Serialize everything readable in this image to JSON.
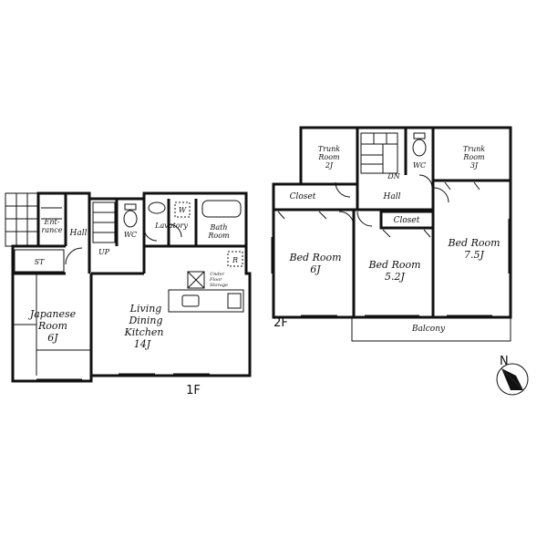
{
  "floor_1": {
    "label": "1F",
    "rooms": {
      "entrance": "Ent-\nrance",
      "hall": "Hall",
      "up": "UP",
      "wc": "WC",
      "lavatory": "Lavatory",
      "washer": "W",
      "bath": "Bath\nRoom",
      "st": "ST",
      "japanese": "Japanese\nRoom\n6J",
      "ldk": "Living\nDining\nKitchen\n14J",
      "refrigerator": "R",
      "under_floor": "Under\nFloor\nStorage"
    }
  },
  "floor_2": {
    "label": "2F",
    "rooms": {
      "trunk1": "Trunk\nRoom\n2J",
      "trunk2": "Trunk\nRoom\n3J",
      "dn": "DN",
      "wc": "WC",
      "closet1": "Closet",
      "hall": "Hall",
      "closet2": "Closet",
      "bed1": "Bed Room\n6J",
      "bed2": "Bed Room\n5.2J",
      "bed3": "Bed Room\n7.5J",
      "balcony": "Balcony"
    }
  },
  "compass": {
    "label": "N"
  }
}
